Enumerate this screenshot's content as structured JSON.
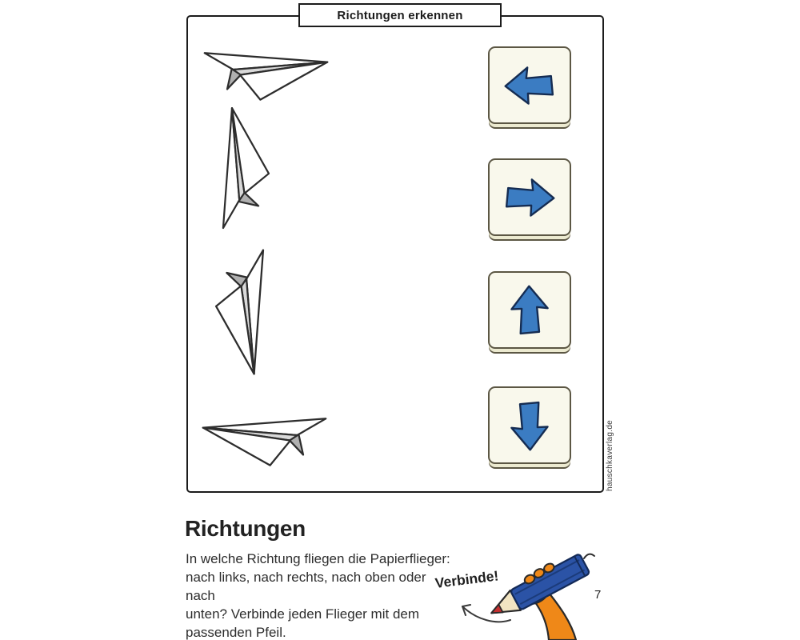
{
  "frame": {
    "title": "Richtungen erkennen",
    "publisher": "hauschkaverlag.de"
  },
  "planes": [
    {
      "name": "paper-plane-right",
      "direction": "right"
    },
    {
      "name": "paper-plane-up",
      "direction": "up"
    },
    {
      "name": "paper-plane-down",
      "direction": "down"
    },
    {
      "name": "paper-plane-left",
      "direction": "left"
    }
  ],
  "cards": [
    {
      "name": "arrow-left-card",
      "direction": "left"
    },
    {
      "name": "arrow-right-card",
      "direction": "right"
    },
    {
      "name": "arrow-up-card",
      "direction": "up"
    },
    {
      "name": "arrow-down-card",
      "direction": "down"
    }
  ],
  "section": {
    "heading": "Richtungen",
    "instruction_lines": [
      "In welche Richtung fliegen die Papierflieger:",
      "nach links, nach rechts, nach oben oder nach",
      "unten? Verbinde jeden Flieger mit dem",
      "passenden Pfeil."
    ],
    "callout": "Verbinde!",
    "page_number": "7"
  },
  "colors": {
    "arrow_blue": "#3b7cc2",
    "arrow_outline": "#152c52",
    "card_bg": "#f9f8ec",
    "card_border": "#5c5744",
    "frame_border": "#1c1c1c",
    "pencil_blue": "#2b53a6",
    "hand_orange": "#ef8818",
    "pencil_tip_red": "#c53030",
    "plane_shade_light": "#d9d9d9",
    "plane_shade_dark": "#b0b0b0"
  }
}
